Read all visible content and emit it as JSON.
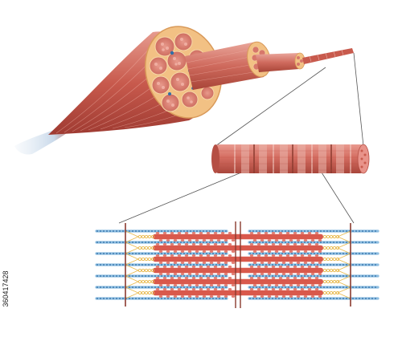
{
  "image_id_text": "360417428",
  "colors": {
    "background": "#ffffff",
    "muscle_light": "#e0857a",
    "muscle_mid": "#c95a4e",
    "muscle_dark": "#a83c34",
    "fascia_yellow": "#f2c184",
    "myosin": "#d9594c",
    "actin": "#2f6fa8",
    "actin_light": "#8dbde0",
    "titin": "#e8b84b",
    "z_line": "#8a3a2e",
    "guide_line": "#555555"
  },
  "icons": {
    "whole_muscle": "muscle-belly",
    "fascicle": "fascicle-cross-section",
    "muscle_fiber": "muscle-fiber",
    "myofibril": "myofibril-cylinder",
    "sarcomere": "sarcomere-filaments"
  }
}
